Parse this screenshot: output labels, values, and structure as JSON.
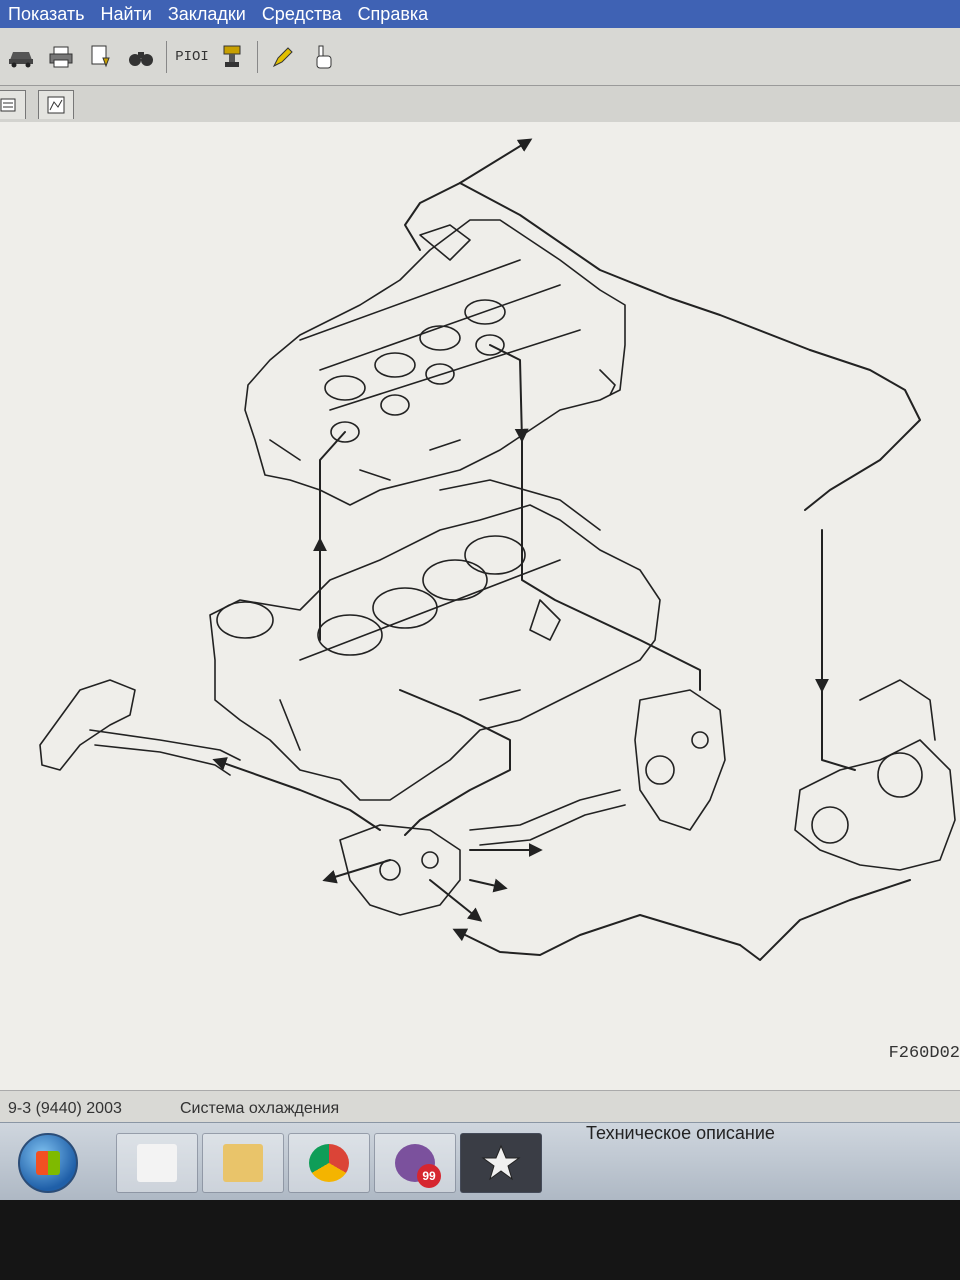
{
  "menu": [
    "Показать",
    "Найти",
    "Закладки",
    "Средства",
    "Справка"
  ],
  "toolbar": {
    "pio_label": "PIOI",
    "icons": [
      "car-icon",
      "printer-icon",
      "document-download-icon",
      "binoculars-icon",
      "pio-icon",
      "stamp-icon",
      "pencil-icon",
      "hand-pointer-icon"
    ]
  },
  "tabs": [
    "list-icon",
    "diagram-icon"
  ],
  "diagram": {
    "figure_code": "F260D02"
  },
  "status": {
    "vehicle": "9-3 (9440) 2003",
    "system": "Система охлаждения",
    "doc_type": "Техническое описание"
  },
  "taskbar": {
    "items": [
      "start-button",
      "file-explorer",
      "folder",
      "chrome",
      "viber",
      "saab-wis"
    ],
    "viber_badge": "99"
  },
  "colors": {
    "menubar": "#3f62b4",
    "screen_bg": "#efeeea",
    "line": "#222222"
  }
}
